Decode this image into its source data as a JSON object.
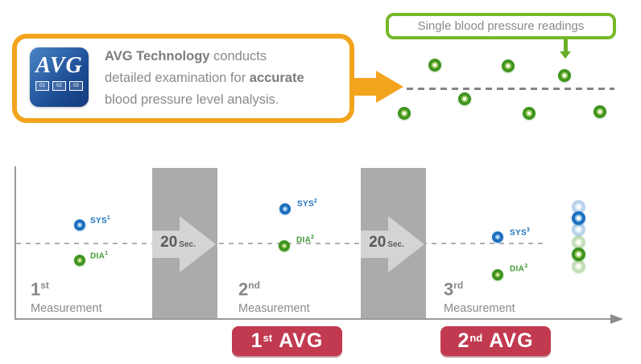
{
  "info_box": {
    "logo_text": "AVG",
    "logo_chips": [
      "01",
      "02",
      "03"
    ],
    "line1_bold": "AVG Technology",
    "line1_rest": " conducts",
    "line2_rest": "detailed examination for ",
    "line2_bold": "accurate",
    "line3": "blood pressure level analysis."
  },
  "callout": {
    "label": "Single blood pressure readings"
  },
  "timeline": {
    "measurements": [
      {
        "ord": "1",
        "ord_sup": "st",
        "caption": "Measurement",
        "sys_label": "SYS",
        "sys_sup": "1",
        "dia_label": "DIA",
        "dia_sup": "1"
      },
      {
        "ord": "2",
        "ord_sup": "nd",
        "caption": "Measurement",
        "sys_label": "SYS",
        "sys_sup": "2",
        "dia_label": "DIA",
        "dia_sup": "2"
      },
      {
        "ord": "3",
        "ord_sup": "rd",
        "caption": "Measurement",
        "sys_label": "SYS",
        "sys_sup": "3",
        "dia_label": "DIA",
        "dia_sup": "3"
      }
    ],
    "intervals": [
      {
        "num": "20",
        "unit": "Sec."
      },
      {
        "num": "20",
        "unit": "Sec."
      }
    ],
    "badges": [
      {
        "ord": "1",
        "ord_sup": "st",
        "label": "AVG"
      },
      {
        "ord": "2",
        "ord_sup": "nd",
        "label": "AVG"
      }
    ]
  },
  "colors": {
    "accent_orange": "#F2A41D",
    "accent_green": "#76B82A",
    "dot_green": "#3F941F",
    "dot_blue": "#1C6FBE",
    "badge_red": "#C23A50",
    "band_gray": "#ABABAB"
  }
}
